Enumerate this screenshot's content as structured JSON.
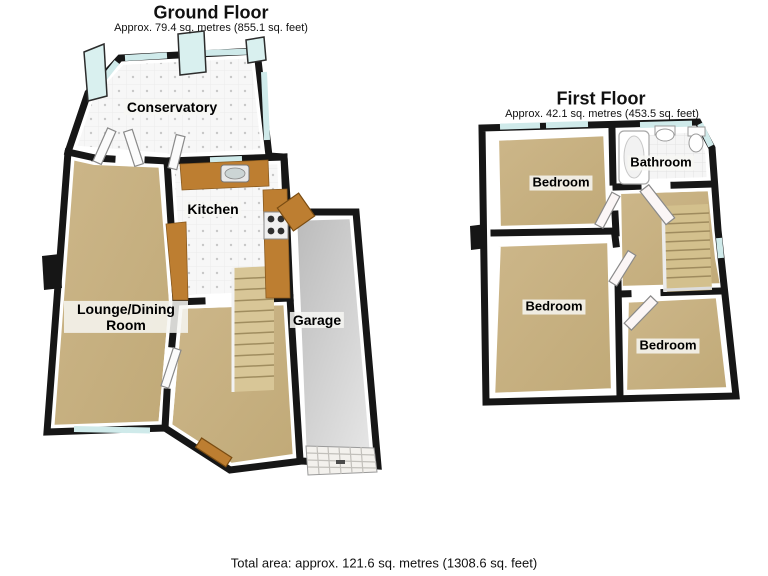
{
  "ground_floor": {
    "title": "Ground Floor",
    "subtitle": "Approx. 79.4 sq. metres (855.1 sq. feet)",
    "rooms": {
      "conservatory": "Conservatory",
      "kitchen": "Kitchen",
      "lounge": "Lounge/Dining Room",
      "garage": "Garage"
    }
  },
  "first_floor": {
    "title": "First Floor",
    "subtitle": "Approx. 42.1 sq. metres (453.5 sq. feet)",
    "rooms": {
      "bedroom_front": "Bedroom",
      "bedroom_main": "Bedroom",
      "bedroom_back": "Bedroom",
      "bathroom": "Bathroom"
    }
  },
  "footer": {
    "total_area": "Total area: approx. 121.6 sq. metres (1308.6 sq. feet)"
  },
  "colors": {
    "wall": "#161616",
    "inner_wall": "#ffffff",
    "carpet": "#c9b283",
    "tile": "#f6f6f6",
    "garage_floor": "#cccccc",
    "glass": "#cfeaea",
    "wood": "#bd7e31"
  }
}
